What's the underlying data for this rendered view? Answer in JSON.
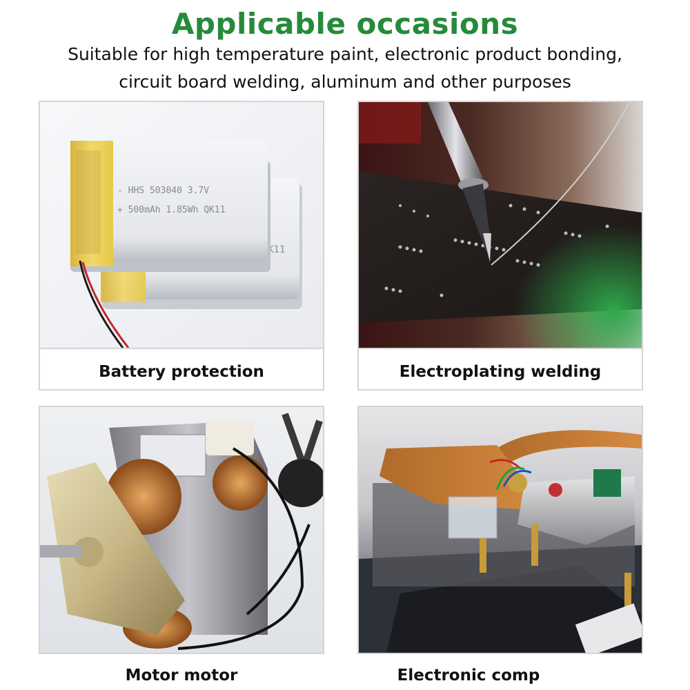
{
  "header": {
    "title": "Applicable occasions",
    "subtitle_line1": "Suitable for high temperature paint, electronic product bonding,",
    "subtitle_line2": "circuit board welding, aluminum and other purposes",
    "title_color": "#268a3a"
  },
  "cards": [
    {
      "caption": "Battery protection",
      "image": "lithium-polymer-battery-photo",
      "label_line1": "- HHS 503040 3.7V",
      "label_line2": "+ 500mAh 1.85Wh QK11",
      "label_back": "K11"
    },
    {
      "caption": "Electroplating welding",
      "image": "soldering-iron-circuit-board-photo"
    },
    {
      "caption": "Motor motor",
      "image": "electric-motor-photo"
    },
    {
      "caption": "Electronic comp",
      "image": "camera-mechanism-components-photo"
    }
  ]
}
